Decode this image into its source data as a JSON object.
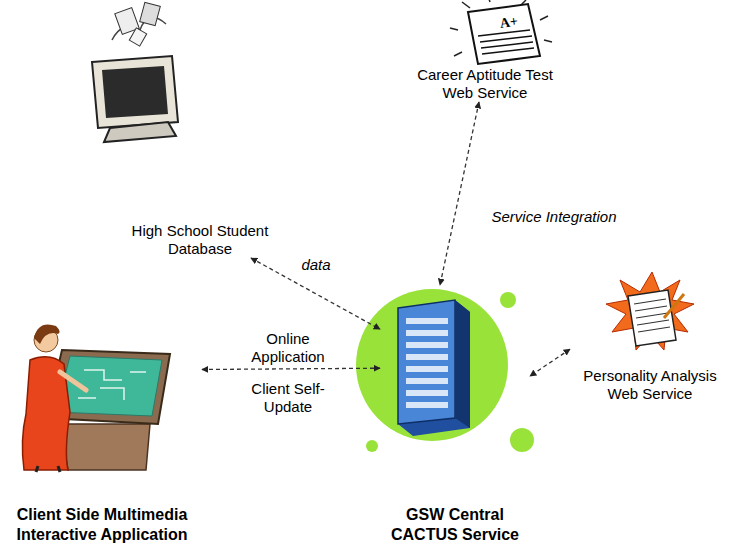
{
  "diagram": {
    "nodes": [
      {
        "text": [
          "Career Aptitude Test Web Service"
        ]
      },
      {
        "text": [
          "High School Student Database"
        ]
      },
      {
        "text": [
          "Personality Analysis Web Service"
        ]
      },
      {
        "text": [
          "Client Side Multimedia Interactive Application"
        ]
      },
      {
        "text": [
          "GSW Central CACTUS Service"
        ]
      }
    ],
    "edges": [
      {
        "from": 1,
        "to": 4,
        "arrow": "both",
        "label": "data"
      },
      {
        "from": 0,
        "to": 4,
        "arrow": "both",
        "label": "Service Integration"
      },
      {
        "from": 3,
        "to": 4,
        "arrow": "both",
        "label": "Online Application"
      },
      {
        "from": 2,
        "to": 4,
        "arrow": "both"
      }
    ],
    "labels": [
      "Client Self-Update"
    ]
  }
}
